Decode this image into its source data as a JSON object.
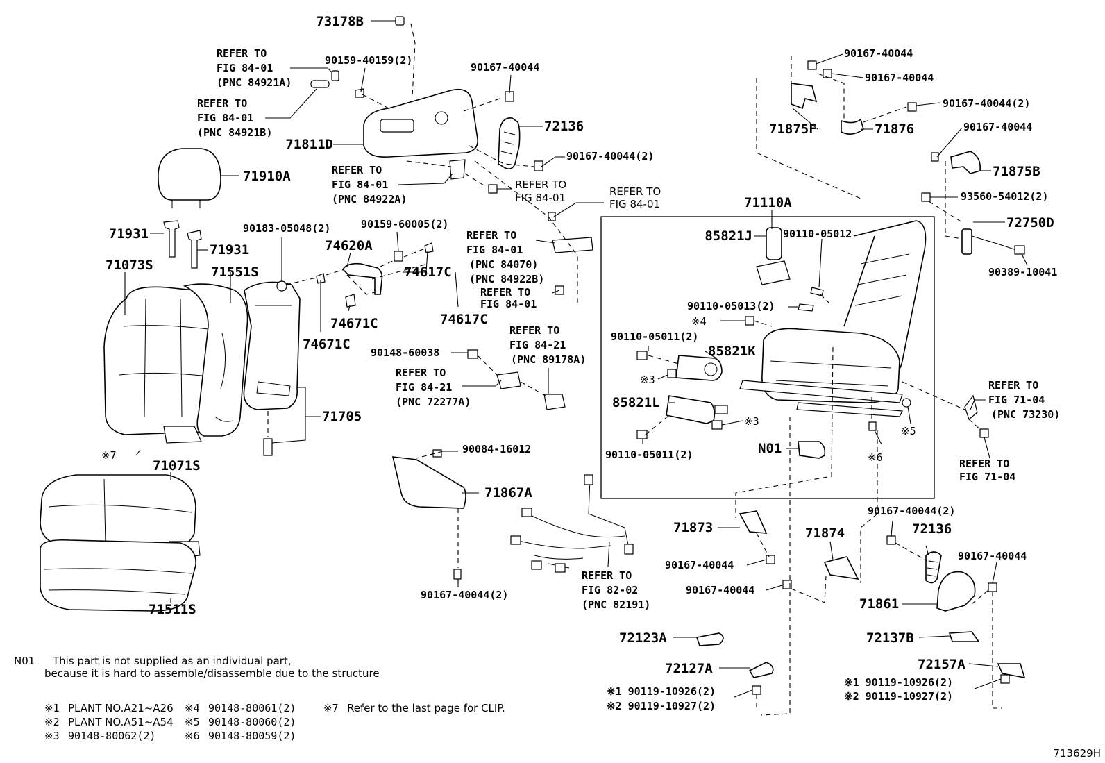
{
  "labels": [
    {
      "id": "73178B",
      "text": "73178B",
      "size": "big",
      "anchor": "end"
    },
    {
      "id": "r1a",
      "text": "REFER TO",
      "size": "small",
      "anchor": "start"
    },
    {
      "id": "r1b",
      "text": "FIG 84-01",
      "size": "small",
      "anchor": "start"
    },
    {
      "id": "r1c",
      "text": "(PNC 84921A)",
      "size": "small",
      "anchor": "start"
    },
    {
      "id": "r2a",
      "text": "REFER TO",
      "size": "small",
      "anchor": "start"
    },
    {
      "id": "r2b",
      "text": "FIG 84-01",
      "size": "small",
      "anchor": "start"
    },
    {
      "id": "r2c",
      "text": "(PNC 84921B)",
      "size": "small",
      "anchor": "start"
    },
    {
      "id": "90159-40159",
      "text": "90159-40159(2)",
      "size": "small",
      "anchor": "start"
    },
    {
      "id": "90167-40044a",
      "text": "90167-40044",
      "size": "small",
      "anchor": "start"
    },
    {
      "id": "71811D",
      "text": "71811D",
      "size": "big",
      "anchor": "end"
    },
    {
      "id": "72136a",
      "text": "72136",
      "size": "big",
      "anchor": "start"
    },
    {
      "id": "90167-40044-2a",
      "text": "90167-40044(2)",
      "size": "small",
      "anchor": "start"
    },
    {
      "id": "71910A",
      "text": "71910A",
      "size": "big",
      "anchor": "start"
    },
    {
      "id": "r3a",
      "text": "REFER TO",
      "size": "small",
      "anchor": "start"
    },
    {
      "id": "r3b",
      "text": "FIG 84-01",
      "size": "small",
      "anchor": "start"
    },
    {
      "id": "r3c",
      "text": "(PNC 84922A)",
      "size": "small",
      "anchor": "start"
    },
    {
      "id": "r4a",
      "text": "REFER TO",
      "size": "small",
      "anchor": "start"
    },
    {
      "id": "r4b",
      "text": "FIG 84-01",
      "size": "small",
      "anchor": "start"
    },
    {
      "id": "r5a",
      "text": "REFER TO",
      "size": "small",
      "anchor": "start"
    },
    {
      "id": "r5b",
      "text": "FIG 84-01",
      "size": "small",
      "anchor": "start"
    },
    {
      "id": "71931a",
      "text": "71931",
      "size": "big",
      "anchor": "end"
    },
    {
      "id": "71931b",
      "text": "71931",
      "size": "big",
      "anchor": "start"
    },
    {
      "id": "90183-05048",
      "text": "90183-05048(2)",
      "size": "small",
      "anchor": "start"
    },
    {
      "id": "90159-60005",
      "text": "90159-60005(2)",
      "size": "small",
      "anchor": "start"
    },
    {
      "id": "74620A",
      "text": "74620A",
      "size": "big",
      "anchor": "start"
    },
    {
      "id": "r6a",
      "text": "REFER TO",
      "size": "small",
      "anchor": "start"
    },
    {
      "id": "r6b",
      "text": "FIG 84-01",
      "size": "small",
      "anchor": "start"
    },
    {
      "id": "r6c",
      "text": "(PNC 84070)",
      "size": "small",
      "anchor": "start"
    },
    {
      "id": "r6d",
      "text": "(PNC 84922B)",
      "size": "small",
      "anchor": "start"
    },
    {
      "id": "r7a",
      "text": "REFER TO",
      "size": "small",
      "anchor": "start"
    },
    {
      "id": "r7b",
      "text": "FIG 84-01",
      "size": "small",
      "anchor": "start"
    },
    {
      "id": "71073S",
      "text": "71073S",
      "size": "big",
      "anchor": "start"
    },
    {
      "id": "71551S",
      "text": "71551S",
      "size": "big",
      "anchor": "start"
    },
    {
      "id": "74617Ca",
      "text": "74617C",
      "size": "big",
      "anchor": "start"
    },
    {
      "id": "74671Ca",
      "text": "74671C",
      "size": "big",
      "anchor": "start"
    },
    {
      "id": "74617Cb",
      "text": "74617C",
      "size": "big",
      "anchor": "start"
    },
    {
      "id": "74671Cb",
      "text": "74671C",
      "size": "big",
      "anchor": "start"
    },
    {
      "id": "r8a",
      "text": "REFER TO",
      "size": "small",
      "anchor": "start"
    },
    {
      "id": "r8b",
      "text": "FIG 84-21",
      "size": "small",
      "anchor": "start"
    },
    {
      "id": "r8c",
      "text": "(PNC 89178A)",
      "size": "small",
      "anchor": "start"
    },
    {
      "id": "90148-60038",
      "text": "90148-60038",
      "size": "small",
      "anchor": "start"
    },
    {
      "id": "r9a",
      "text": "REFER TO",
      "size": "small",
      "anchor": "start"
    },
    {
      "id": "r9b",
      "text": "FIG 84-21",
      "size": "small",
      "anchor": "start"
    },
    {
      "id": "r9c",
      "text": "(PNC 72277A)",
      "size": "small",
      "anchor": "start"
    },
    {
      "id": "71705",
      "text": "71705",
      "size": "big",
      "anchor": "start"
    },
    {
      "id": "ref7",
      "text": "※7",
      "size": "small",
      "anchor": "start"
    },
    {
      "id": "71071S",
      "text": "71071S",
      "size": "big",
      "anchor": "start"
    },
    {
      "id": "90084-16012",
      "text": "90084-16012",
      "size": "small",
      "anchor": "start"
    },
    {
      "id": "71867A",
      "text": "71867A",
      "size": "big",
      "anchor": "start"
    },
    {
      "id": "90167-40044-2b",
      "text": "90167-40044(2)",
      "size": "small",
      "anchor": "start"
    },
    {
      "id": "r10a",
      "text": "REFER TO",
      "size": "small",
      "anchor": "start"
    },
    {
      "id": "r10b",
      "text": "FIG 82-02",
      "size": "small",
      "anchor": "start"
    },
    {
      "id": "r10c",
      "text": "(PNC 82191)",
      "size": "small",
      "anchor": "start"
    },
    {
      "id": "71511S",
      "text": "71511S",
      "size": "big",
      "anchor": "start"
    },
    {
      "id": "71110A",
      "text": "71110A",
      "size": "big",
      "anchor": "start"
    },
    {
      "id": "85821J",
      "text": "85821J",
      "size": "big",
      "anchor": "end"
    },
    {
      "id": "90110-05012",
      "text": "90110-05012",
      "size": "small",
      "anchor": "start"
    },
    {
      "id": "90110-05013",
      "text": "90110-05013(2)",
      "size": "small",
      "anchor": "start"
    },
    {
      "id": "ref4",
      "text": "※4",
      "size": "small",
      "anchor": "start"
    },
    {
      "id": "90110-05011a",
      "text": "90110-05011(2)",
      "size": "small",
      "anchor": "start"
    },
    {
      "id": "85821K",
      "text": "85821K",
      "size": "big",
      "anchor": "start"
    },
    {
      "id": "ref3a",
      "text": "※3",
      "size": "small",
      "anchor": "start"
    },
    {
      "id": "85821L",
      "text": "85821L",
      "size": "big",
      "anchor": "start"
    },
    {
      "id": "ref3b",
      "text": "※3",
      "size": "small",
      "anchor": "start"
    },
    {
      "id": "90110-05011b",
      "text": "90110-05011(2)",
      "size": "small",
      "anchor": "start"
    },
    {
      "id": "N01",
      "text": "N01",
      "size": "big",
      "anchor": "start"
    },
    {
      "id": "ref6",
      "text": "※6",
      "size": "small",
      "anchor": "start"
    },
    {
      "id": "ref5",
      "text": "※5",
      "size": "small",
      "anchor": "start"
    },
    {
      "id": "90167-40044b",
      "text": "90167-40044",
      "size": "small",
      "anchor": "start"
    },
    {
      "id": "90167-40044c",
      "text": "90167-40044",
      "size": "small",
      "anchor": "start"
    },
    {
      "id": "71875F",
      "text": "71875F",
      "size": "big",
      "anchor": "start"
    },
    {
      "id": "90167-40044-2c",
      "text": "90167-40044(2)",
      "size": "small",
      "anchor": "start"
    },
    {
      "id": "71876",
      "text": "71876",
      "size": "big",
      "anchor": "start"
    },
    {
      "id": "90167-40044d",
      "text": "90167-40044",
      "size": "small",
      "anchor": "start"
    },
    {
      "id": "71875B",
      "text": "71875B",
      "size": "big",
      "anchor": "start"
    },
    {
      "id": "93560-54012",
      "text": "93560-54012(2)",
      "size": "small",
      "anchor": "start"
    },
    {
      "id": "72750D",
      "text": "72750D",
      "size": "big",
      "anchor": "start"
    },
    {
      "id": "90389-10041",
      "text": "90389-10041",
      "size": "small",
      "anchor": "start"
    },
    {
      "id": "r11a",
      "text": "REFER TO",
      "size": "small",
      "anchor": "start"
    },
    {
      "id": "r11b",
      "text": "FIG 71-04",
      "size": "small",
      "anchor": "start"
    },
    {
      "id": "r11c",
      "text": "(PNC 73230)",
      "size": "small",
      "anchor": "start"
    },
    {
      "id": "r12a",
      "text": "REFER TO",
      "size": "small",
      "anchor": "start"
    },
    {
      "id": "r12b",
      "text": "FIG 71-04",
      "size": "small",
      "anchor": "start"
    },
    {
      "id": "71873",
      "text": "71873",
      "size": "big",
      "anchor": "start"
    },
    {
      "id": "71874",
      "text": "71874",
      "size": "big",
      "anchor": "start"
    },
    {
      "id": "90167-40044-2d",
      "text": "90167-40044(2)",
      "size": "small",
      "anchor": "start"
    },
    {
      "id": "72136b",
      "text": "72136",
      "size": "big",
      "anchor": "start"
    },
    {
      "id": "90167-40044e",
      "text": "90167-40044",
      "size": "small",
      "anchor": "start"
    },
    {
      "id": "90167-40044f",
      "text": "90167-40044",
      "size": "small",
      "anchor": "start"
    },
    {
      "id": "90167-40044g",
      "text": "90167-40044",
      "size": "small",
      "anchor": "start"
    },
    {
      "id": "71861",
      "text": "71861",
      "size": "big",
      "anchor": "start"
    },
    {
      "id": "72123A",
      "text": "72123A",
      "size": "big",
      "anchor": "start"
    },
    {
      "id": "72137B",
      "text": "72137B",
      "size": "big",
      "anchor": "start"
    },
    {
      "id": "72127A",
      "text": "72127A",
      "size": "big",
      "anchor": "start"
    },
    {
      "id": "72157A",
      "text": "72157A",
      "size": "big",
      "anchor": "start"
    },
    {
      "id": "b1a",
      "text": "※1  90119-10926(2)",
      "size": "small",
      "anchor": "start"
    },
    {
      "id": "b1b",
      "text": "※2  90119-10927(2)",
      "size": "small",
      "anchor": "start"
    },
    {
      "id": "b2a",
      "text": "※1  90119-10926(2)",
      "size": "small",
      "anchor": "start"
    },
    {
      "id": "b2b",
      "text": "※2  90119-10927(2)",
      "size": "small",
      "anchor": "start"
    }
  ],
  "notes": {
    "n01_code": "N01",
    "n01_line1": "This part is not supplied as an individual part,",
    "n01_line2": "because it is hard to assemble/disassemble due to the structure",
    "legend": [
      {
        "mark": "※1",
        "text": "PLANT NO.A21~A26"
      },
      {
        "mark": "※2",
        "text": "PLANT NO.A51~A54"
      },
      {
        "mark": "※3",
        "text": "90148-80062(2)"
      },
      {
        "mark": "※4",
        "text": "90148-80061(2)"
      },
      {
        "mark": "※5",
        "text": "90148-80060(2)"
      },
      {
        "mark": "※6",
        "text": "90148-80059(2)"
      },
      {
        "mark": "※7",
        "text": "Refer to the last page for CLIP."
      }
    ],
    "figure_id": "713629H"
  }
}
